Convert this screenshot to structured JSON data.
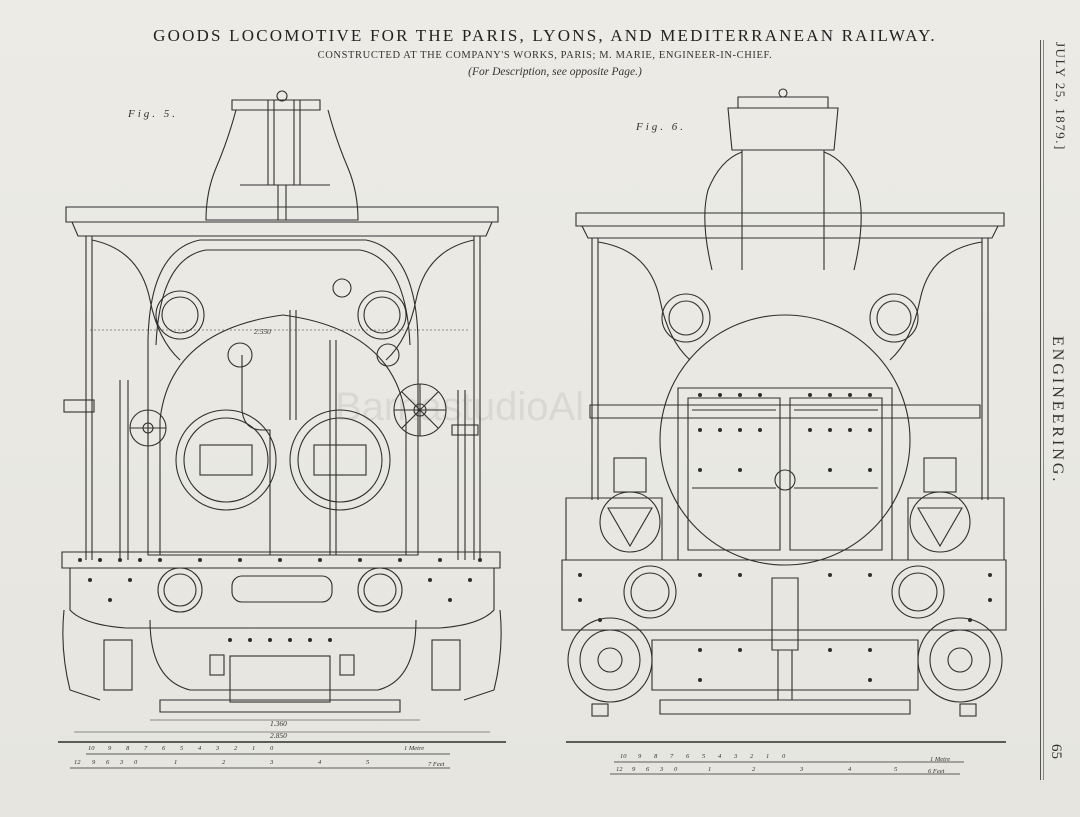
{
  "header": {
    "title": "GOODS LOCOMOTIVE FOR THE PARIS, LYONS, AND MEDITERRANEAN RAILWAY.",
    "subtitle": "CONSTRUCTED AT THE COMPANY'S WORKS, PARIS; M. MARIE, ENGINEER-IN-CHIEF.",
    "note": "(For Description, see opposite Page.)"
  },
  "margin": {
    "date": "JULY 25, 1879.]",
    "journal": "ENGINEERING.",
    "page_number": "65"
  },
  "figures": [
    {
      "label": "Fig. 5.",
      "dims": [
        "2.550",
        "1.360",
        "2.850"
      ],
      "scale_metre": [
        "10",
        "9",
        "8",
        "7",
        "6",
        "5",
        "4",
        "3",
        "2",
        "1",
        "0"
      ],
      "scale_metre_unit": "1 Metre",
      "scale_feet": [
        "12",
        "9",
        "6",
        "3",
        "0",
        "1",
        "2",
        "3",
        "4",
        "5"
      ],
      "scale_feet_unit": "7 Feet"
    },
    {
      "label": "Fig. 6.",
      "dims": [],
      "scale_metre": [
        "10",
        "9",
        "8",
        "7",
        "6",
        "5",
        "4",
        "3",
        "2",
        "1",
        "0"
      ],
      "scale_metre_unit": "1 Metre",
      "scale_feet": [
        "12",
        "9",
        "6",
        "3",
        "0",
        "1",
        "2",
        "3",
        "4",
        "5"
      ],
      "scale_feet_unit": "6 Feet"
    }
  ],
  "watermark": "BarnastudioAl",
  "colors": {
    "paper": "#e9e8e3",
    "ink": "#2a2a2a"
  }
}
